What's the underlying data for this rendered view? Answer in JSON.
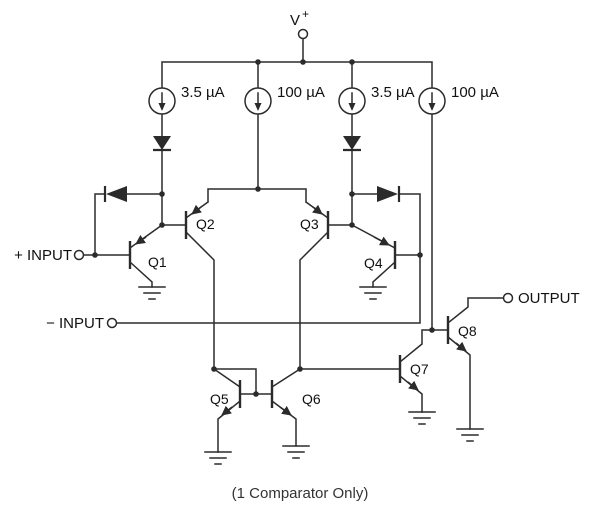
{
  "schematic": {
    "supply_label": {
      "base": "V",
      "sup": "+"
    },
    "current_sources": [
      {
        "label": "3.5 µA"
      },
      {
        "label": "100 µA"
      },
      {
        "label": "3.5 µA"
      },
      {
        "label": "100 µA"
      }
    ],
    "transistors": [
      "Q1",
      "Q2",
      "Q3",
      "Q4",
      "Q5",
      "Q6",
      "Q7",
      "Q8"
    ],
    "terminals": {
      "positive_input": "+ INPUT",
      "negative_input": "− INPUT",
      "output": "OUTPUT"
    },
    "caption": "(1 Comparator Only)",
    "colors": {
      "line": "#2b2b2b",
      "text": "#111111",
      "background": "#ffffff"
    }
  }
}
